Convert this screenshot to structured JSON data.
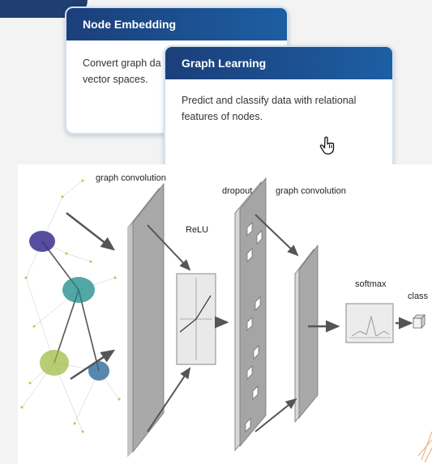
{
  "cards": [
    {
      "title": "Node Embedding",
      "text": "Convert graph da vector spaces."
    },
    {
      "title": "Graph Learning",
      "text": "Predict and classify data with relational features of nodes."
    }
  ],
  "diagram": {
    "labels": {
      "graph_convolution_1": "graph convolution",
      "relu": "ReLU",
      "dropout": "dropout",
      "graph_convolution_2": "graph convolution",
      "softmax": "softmax",
      "class": "class"
    }
  },
  "colors": {
    "header_start": "#1b3f7a",
    "header_end": "#1d5ea3",
    "cluster_purple": "#3b2f8f",
    "cluster_teal": "#1a8a86",
    "cluster_green": "#9ab83c",
    "cluster_blue": "#2f6a9a"
  },
  "icons": [
    "hand-pointer-icon"
  ]
}
